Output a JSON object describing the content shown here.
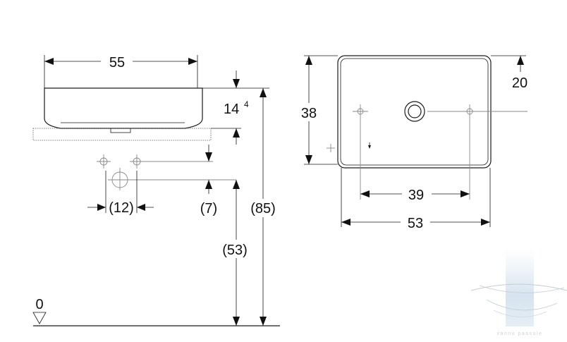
{
  "side_view": {
    "width_label": "55",
    "bowl_height_label": "14",
    "bowl_height_sup": "4",
    "overflow_offset_label": "(12)",
    "drain_offset_label": "(7)",
    "drain_height_label": "(53)",
    "total_height_label": "(85)",
    "floor_label": "0"
  },
  "top_view": {
    "depth_label": "38",
    "tap_hole_offset_label": "20",
    "fixing_distance_label": "39",
    "width_label": "53"
  },
  "watermark": {
    "text": "vannu paasule"
  },
  "colors": {
    "line": "#1a1a1a",
    "watermark_blue": "#c9dbea"
  }
}
